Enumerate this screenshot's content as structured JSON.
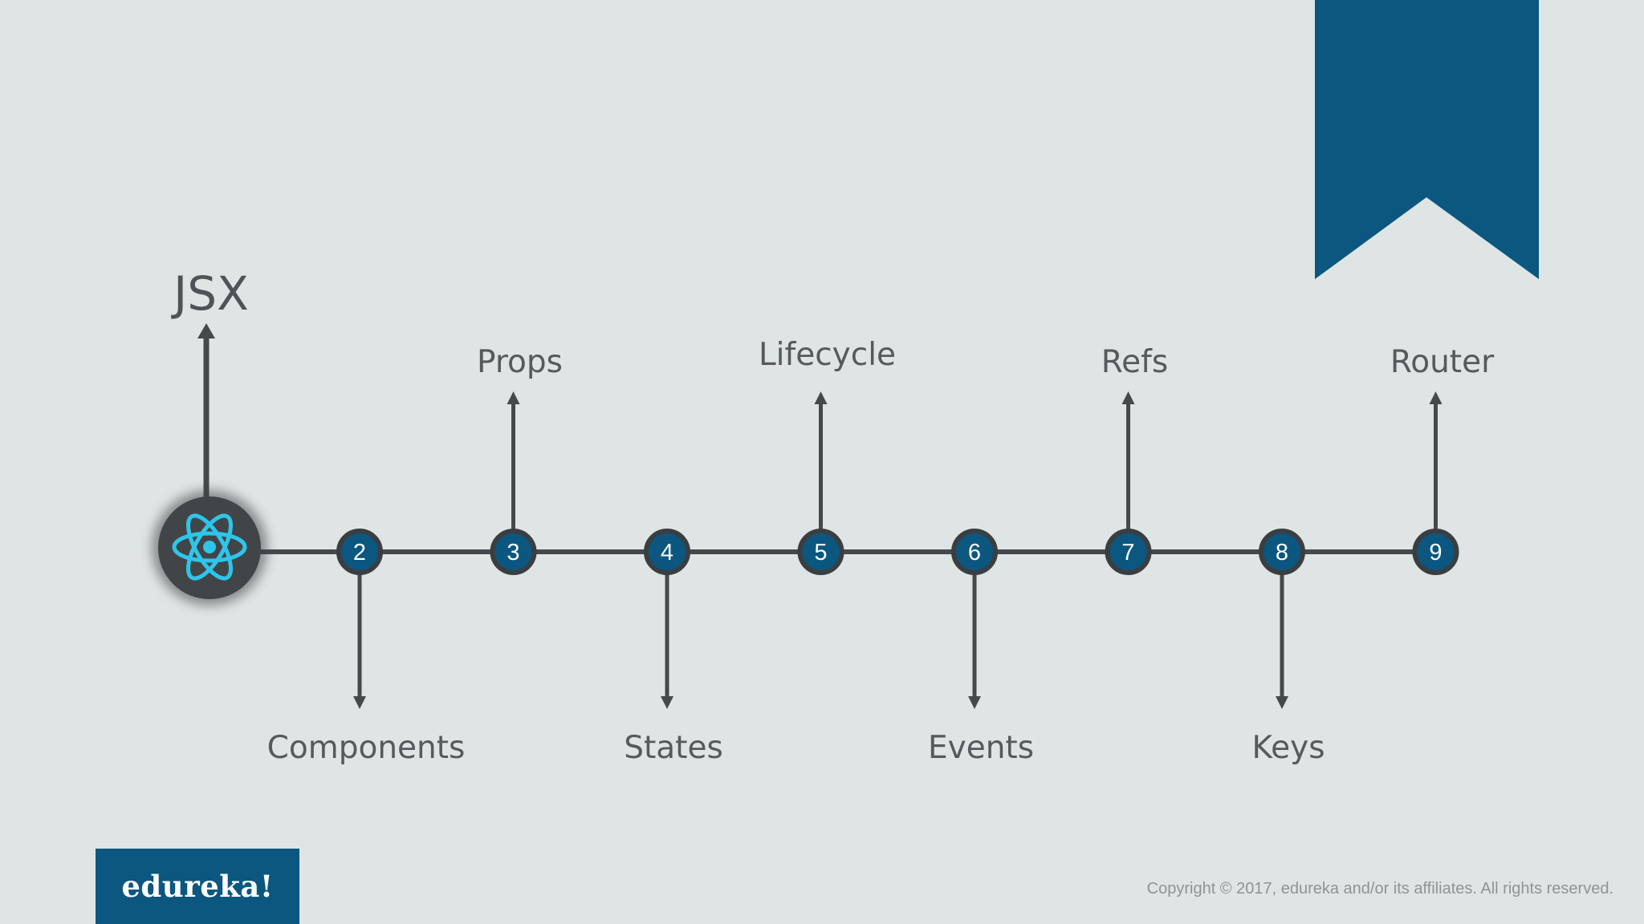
{
  "hub": {
    "icon": "react-atom-icon"
  },
  "nodes": [
    {
      "number": "2",
      "direction": "down",
      "label": "Components"
    },
    {
      "number": "3",
      "direction": "up",
      "label": "Props"
    },
    {
      "number": "4",
      "direction": "down",
      "label": "States"
    },
    {
      "number": "5",
      "direction": "up",
      "label": "Lifecycle"
    },
    {
      "number": "6",
      "direction": "down",
      "label": "Events"
    },
    {
      "number": "7",
      "direction": "up",
      "label": "Refs"
    },
    {
      "number": "8",
      "direction": "down",
      "label": "Keys"
    },
    {
      "number": "9",
      "direction": "up",
      "label": "Router"
    }
  ],
  "topic_jsx": "JSX",
  "logo": {
    "text": "edureka!"
  },
  "copyright": "Copyright © 2017, edureka and/or its affiliates. All rights reserved.",
  "colors": {
    "background": "#dfe5e5",
    "brand": "#0b5780",
    "line": "#45494c",
    "node_fill": "#0b5780",
    "hub_fill": "#424548",
    "react_cyan": "#2dc6ea",
    "text": "#555a5e"
  }
}
